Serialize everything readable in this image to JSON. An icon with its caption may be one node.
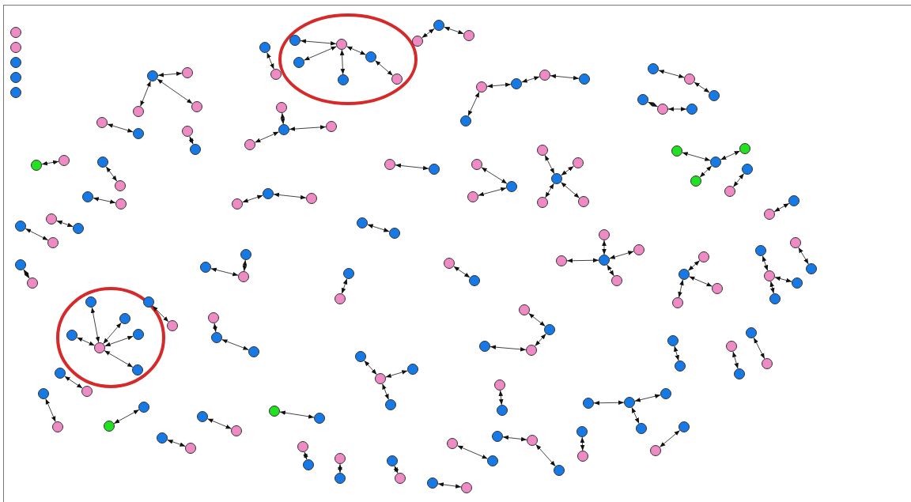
{
  "diagram": {
    "nodes": [
      {
        "text": [],
        "shape": "circle"
      },
      {
        "text": [],
        "shape": "circle"
      },
      {
        "text": [],
        "shape": "circle"
      },
      {
        "text": [],
        "shape": "circle"
      },
      {
        "text": [],
        "shape": "circle"
      },
      {
        "text": [],
        "shape": "circle"
      },
      {
        "text": [],
        "shape": "circle"
      },
      {
        "text": [],
        "shape": "circle"
      },
      {
        "text": [],
        "shape": "circle"
      },
      {
        "text": [],
        "shape": "circle"
      },
      {
        "text": [],
        "shape": "circle"
      },
      {
        "text": [],
        "shape": "circle"
      },
      {
        "text": [],
        "shape": "circle"
      },
      {
        "text": [],
        "shape": "circle"
      },
      {
        "text": [],
        "shape": "circle"
      },
      {
        "text": [],
        "shape": "circle"
      },
      {
        "text": [],
        "shape": "circle"
      },
      {
        "text": [],
        "shape": "circle"
      },
      {
        "text": [],
        "shape": "circle"
      },
      {
        "text": [],
        "shape": "circle"
      },
      {
        "text": [],
        "shape": "circle"
      },
      {
        "text": [],
        "shape": "circle"
      },
      {
        "text": [],
        "shape": "circle"
      },
      {
        "text": [],
        "shape": "circle"
      },
      {
        "text": [],
        "shape": "circle"
      },
      {
        "text": [],
        "shape": "circle"
      },
      {
        "text": [],
        "shape": "circle"
      },
      {
        "text": [],
        "shape": "circle"
      },
      {
        "text": [],
        "shape": "circle"
      },
      {
        "text": [],
        "shape": "circle"
      },
      {
        "text": [],
        "shape": "circle"
      },
      {
        "text": [],
        "shape": "circle"
      },
      {
        "text": [],
        "shape": "circle"
      },
      {
        "text": [],
        "shape": "circle"
      },
      {
        "text": [],
        "shape": "circle"
      },
      {
        "text": [],
        "shape": "circle"
      },
      {
        "text": [],
        "shape": "circle"
      },
      {
        "text": [],
        "shape": "circle"
      },
      {
        "text": [],
        "shape": "circle"
      },
      {
        "text": [],
        "shape": "circle"
      },
      {
        "text": [],
        "shape": "circle"
      },
      {
        "text": [],
        "shape": "circle"
      },
      {
        "text": [],
        "shape": "circle"
      },
      {
        "text": [],
        "shape": "circle"
      },
      {
        "text": [],
        "shape": "circle"
      },
      {
        "text": [],
        "shape": "circle"
      },
      {
        "text": [],
        "shape": "circle"
      },
      {
        "text": [],
        "shape": "circle"
      },
      {
        "text": [],
        "shape": "circle"
      },
      {
        "text": [],
        "shape": "circle"
      },
      {
        "text": [],
        "shape": "circle"
      },
      {
        "text": [],
        "shape": "circle"
      },
      {
        "text": [],
        "shape": "circle"
      },
      {
        "text": [],
        "shape": "circle"
      },
      {
        "text": [],
        "shape": "circle"
      },
      {
        "text": [],
        "shape": "circle"
      },
      {
        "text": [],
        "shape": "circle"
      },
      {
        "text": [],
        "shape": "circle"
      },
      {
        "text": [],
        "shape": "circle"
      },
      {
        "text": [],
        "shape": "circle"
      },
      {
        "text": [],
        "shape": "circle"
      },
      {
        "text": [],
        "shape": "circle"
      },
      {
        "text": [],
        "shape": "circle"
      },
      {
        "text": [],
        "shape": "circle"
      },
      {
        "text": [],
        "shape": "circle"
      },
      {
        "text": [],
        "shape": "circle"
      },
      {
        "text": [],
        "shape": "circle"
      },
      {
        "text": [],
        "shape": "circle"
      },
      {
        "text": [],
        "shape": "circle"
      },
      {
        "text": [],
        "shape": "circle"
      },
      {
        "text": [],
        "shape": "circle"
      },
      {
        "text": [],
        "shape": "circle"
      },
      {
        "text": [],
        "shape": "circle"
      },
      {
        "text": [],
        "shape": "circle"
      },
      {
        "text": [],
        "shape": "circle"
      },
      {
        "text": [],
        "shape": "circle"
      },
      {
        "text": [],
        "shape": "circle"
      },
      {
        "text": [],
        "shape": "circle"
      },
      {
        "text": [],
        "shape": "circle"
      },
      {
        "text": [],
        "shape": "circle"
      },
      {
        "text": [],
        "shape": "circle"
      },
      {
        "text": [],
        "shape": "circle"
      },
      {
        "text": [],
        "shape": "circle"
      },
      {
        "text": [],
        "shape": "circle"
      },
      {
        "text": [],
        "shape": "circle"
      },
      {
        "text": [],
        "shape": "circle"
      },
      {
        "text": [],
        "shape": "circle"
      },
      {
        "text": [],
        "shape": "circle"
      },
      {
        "text": [],
        "shape": "circle"
      },
      {
        "text": [],
        "shape": "circle"
      },
      {
        "text": [],
        "shape": "circle"
      },
      {
        "text": [],
        "shape": "circle"
      },
      {
        "text": [],
        "shape": "circle"
      },
      {
        "text": [],
        "shape": "circle"
      },
      {
        "text": [],
        "shape": "circle"
      },
      {
        "text": [],
        "shape": "circle"
      },
      {
        "text": [],
        "shape": "circle"
      },
      {
        "text": [],
        "shape": "circle"
      },
      {
        "text": [],
        "shape": "circle"
      },
      {
        "text": [],
        "shape": "circle"
      },
      {
        "text": [],
        "shape": "circle"
      },
      {
        "text": [],
        "shape": "circle"
      },
      {
        "text": [],
        "shape": "circle"
      },
      {
        "text": [],
        "shape": "circle"
      },
      {
        "text": [],
        "shape": "circle"
      },
      {
        "text": [],
        "shape": "circle"
      },
      {
        "text": [],
        "shape": "circle"
      },
      {
        "text": [],
        "shape": "circle"
      },
      {
        "text": [],
        "shape": "circle"
      },
      {
        "text": [],
        "shape": "circle"
      },
      {
        "text": [],
        "shape": "circle"
      },
      {
        "text": [],
        "shape": "circle"
      },
      {
        "text": [],
        "shape": "circle"
      },
      {
        "text": [],
        "shape": "circle"
      },
      {
        "text": [],
        "shape": "circle"
      },
      {
        "text": [],
        "shape": "circle"
      },
      {
        "text": [],
        "shape": "circle"
      },
      {
        "text": [],
        "shape": "circle"
      },
      {
        "text": [],
        "shape": "circle"
      },
      {
        "text": [],
        "shape": "circle"
      },
      {
        "text": [],
        "shape": "circle"
      },
      {
        "text": [],
        "shape": "circle"
      },
      {
        "text": [],
        "shape": "circle"
      },
      {
        "text": [],
        "shape": "circle"
      },
      {
        "text": [],
        "shape": "circle"
      },
      {
        "text": [],
        "shape": "circle"
      },
      {
        "text": [],
        "shape": "circle"
      },
      {
        "text": [],
        "shape": "circle"
      },
      {
        "text": [],
        "shape": "circle"
      },
      {
        "text": [],
        "shape": "circle"
      },
      {
        "text": [],
        "shape": "circle"
      },
      {
        "text": [],
        "shape": "circle"
      },
      {
        "text": [],
        "shape": "circle"
      },
      {
        "text": [],
        "shape": "circle"
      },
      {
        "text": [],
        "shape": "circle"
      },
      {
        "text": [],
        "shape": "circle"
      },
      {
        "text": [],
        "shape": "circle"
      },
      {
        "text": [],
        "shape": "circle"
      },
      {
        "text": [],
        "shape": "circle"
      },
      {
        "text": [],
        "shape": "circle"
      },
      {
        "text": [],
        "shape": "circle"
      },
      {
        "text": [],
        "shape": "circle"
      },
      {
        "text": [],
        "shape": "circle"
      },
      {
        "text": [],
        "shape": "circle"
      },
      {
        "text": [],
        "shape": "circle"
      },
      {
        "text": [],
        "shape": "circle"
      },
      {
        "text": [],
        "shape": "circle"
      },
      {
        "text": [],
        "shape": "circle"
      },
      {
        "text": [],
        "shape": "circle"
      },
      {
        "text": [],
        "shape": "circle"
      },
      {
        "text": [],
        "shape": "circle"
      },
      {
        "text": [],
        "shape": "circle"
      },
      {
        "text": [],
        "shape": "circle"
      },
      {
        "text": [],
        "shape": "circle"
      },
      {
        "text": [],
        "shape": "circle"
      },
      {
        "text": [],
        "shape": "circle"
      }
    ],
    "edges": [
      {
        "from": 5,
        "to": 6,
        "arrow": "both"
      },
      {
        "from": 5,
        "to": 7,
        "arrow": "both"
      },
      {
        "from": 5,
        "to": 8,
        "arrow": "both"
      },
      {
        "from": 9,
        "to": 10,
        "arrow": "both"
      },
      {
        "from": 11,
        "to": 12,
        "arrow": "both"
      },
      {
        "from": 13,
        "to": 14,
        "arrow": "both"
      },
      {
        "from": 15,
        "to": 16,
        "arrow": "both"
      },
      {
        "from": 17,
        "to": 18,
        "arrow": "both"
      },
      {
        "from": 19,
        "to": 20,
        "arrow": "both"
      },
      {
        "from": 21,
        "to": 22,
        "arrow": "both"
      },
      {
        "from": 23,
        "to": 24,
        "arrow": "both"
      },
      {
        "from": 25,
        "to": 26,
        "arrow": "both"
      },
      {
        "from": 25,
        "to": 27,
        "arrow": "both"
      },
      {
        "from": 25,
        "to": 28,
        "arrow": "both"
      },
      {
        "from": 25,
        "to": 29,
        "arrow": "both"
      },
      {
        "from": 29,
        "to": 30,
        "arrow": "both"
      },
      {
        "from": 31,
        "to": 32,
        "arrow": "both"
      },
      {
        "from": 32,
        "to": 33,
        "arrow": "both"
      },
      {
        "from": 32,
        "to": 34,
        "arrow": "both"
      },
      {
        "from": 35,
        "to": 36,
        "arrow": "both"
      },
      {
        "from": 36,
        "to": 37,
        "arrow": "both"
      },
      {
        "from": 38,
        "to": 39,
        "arrow": "both"
      },
      {
        "from": 39,
        "to": 40,
        "arrow": "both"
      },
      {
        "from": 40,
        "to": 41,
        "arrow": "both"
      },
      {
        "from": 38,
        "to": 42,
        "arrow": "both"
      },
      {
        "from": 43,
        "to": 44,
        "arrow": "both"
      },
      {
        "from": 44,
        "to": 45,
        "arrow": "both"
      },
      {
        "from": 46,
        "to": 47,
        "arrow": "both"
      },
      {
        "from": 47,
        "to": 48,
        "arrow": "both"
      },
      {
        "from": 49,
        "to": 50,
        "arrow": "both"
      },
      {
        "from": 51,
        "to": 50,
        "arrow": "both"
      },
      {
        "from": 52,
        "to": 50,
        "arrow": "both"
      },
      {
        "from": 53,
        "to": 54,
        "arrow": "both"
      },
      {
        "from": 55,
        "to": 56,
        "arrow": "both"
      },
      {
        "from": 57,
        "to": 58,
        "arrow": "both"
      },
      {
        "from": 59,
        "to": 60,
        "arrow": "both"
      },
      {
        "from": 61,
        "to": 60,
        "arrow": "both"
      },
      {
        "from": 62,
        "to": 63,
        "arrow": "both"
      },
      {
        "from": 62,
        "to": 64,
        "arrow": "both"
      },
      {
        "from": 62,
        "to": 65,
        "arrow": "both"
      },
      {
        "from": 62,
        "to": 66,
        "arrow": "both"
      },
      {
        "from": 67,
        "to": 68,
        "arrow": "both"
      },
      {
        "from": 68,
        "to": 69,
        "arrow": "both"
      },
      {
        "from": 70,
        "to": 71,
        "arrow": "both"
      },
      {
        "from": 72,
        "to": 73,
        "arrow": "both"
      },
      {
        "from": 72,
        "to": 74,
        "arrow": "both"
      },
      {
        "from": 72,
        "to": 75,
        "arrow": "both"
      },
      {
        "from": 72,
        "to": 76,
        "arrow": "both"
      },
      {
        "from": 77,
        "to": 78,
        "arrow": "both"
      },
      {
        "from": 79,
        "to": 80,
        "arrow": "both"
      },
      {
        "from": 81,
        "to": 82,
        "arrow": "both"
      },
      {
        "from": 82,
        "to": 83,
        "arrow": "both"
      },
      {
        "from": 84,
        "to": 85,
        "arrow": "both"
      },
      {
        "from": 86,
        "to": 87,
        "arrow": "both"
      },
      {
        "from": 87,
        "to": 88,
        "arrow": "both"
      },
      {
        "from": 87,
        "to": 89,
        "arrow": "both"
      },
      {
        "from": 90,
        "to": 91,
        "arrow": "both"
      },
      {
        "from": 91,
        "to": 92,
        "arrow": "both"
      },
      {
        "from": 91,
        "to": 93,
        "arrow": "both"
      },
      {
        "from": 94,
        "to": 95,
        "arrow": "both"
      },
      {
        "from": 96,
        "to": 97,
        "arrow": "both"
      },
      {
        "from": 96,
        "to": 98,
        "arrow": "both"
      },
      {
        "from": 96,
        "to": 99,
        "arrow": "both"
      },
      {
        "from": 96,
        "to": 100,
        "arrow": "both"
      },
      {
        "from": 96,
        "to": 101,
        "arrow": "both"
      },
      {
        "from": 102,
        "to": 103,
        "arrow": "both"
      },
      {
        "from": 104,
        "to": 105,
        "arrow": "both"
      },
      {
        "from": 105,
        "to": 106,
        "arrow": "both"
      },
      {
        "from": 107,
        "to": 108,
        "arrow": "both"
      },
      {
        "from": 108,
        "to": 109,
        "arrow": "both"
      },
      {
        "from": 109,
        "to": 110,
        "arrow": "both"
      },
      {
        "from": 111,
        "to": 112,
        "arrow": "both"
      },
      {
        "from": 113,
        "to": 114,
        "arrow": "both"
      },
      {
        "from": 115,
        "to": 116,
        "arrow": "both"
      },
      {
        "from": 117,
        "to": 118,
        "arrow": "both"
      },
      {
        "from": 118,
        "to": 119,
        "arrow": "both"
      },
      {
        "from": 118,
        "to": 120,
        "arrow": "both"
      },
      {
        "from": 121,
        "to": 122,
        "arrow": "both"
      },
      {
        "from": 123,
        "to": 124,
        "arrow": "both"
      },
      {
        "from": 125,
        "to": 126,
        "arrow": "both"
      },
      {
        "from": 127,
        "to": 128,
        "arrow": "both"
      },
      {
        "from": 129,
        "to": 130,
        "arrow": "both"
      },
      {
        "from": 131,
        "to": 132,
        "arrow": "both"
      },
      {
        "from": 133,
        "to": 134,
        "arrow": "both"
      },
      {
        "from": 135,
        "to": 136,
        "arrow": "both"
      },
      {
        "from": 136,
        "to": 137,
        "arrow": "both"
      },
      {
        "from": 136,
        "to": 138,
        "arrow": "both"
      },
      {
        "from": 139,
        "to": 140,
        "arrow": "both"
      },
      {
        "from": 141,
        "to": 142,
        "arrow": "both"
      },
      {
        "from": 143,
        "to": 144,
        "arrow": "both"
      },
      {
        "from": 144,
        "to": 145,
        "arrow": "both"
      },
      {
        "from": 146,
        "to": 147,
        "arrow": "both"
      },
      {
        "from": 148,
        "to": 149,
        "arrow": "both"
      },
      {
        "from": 150,
        "to": 151,
        "arrow": "both"
      },
      {
        "from": 152,
        "to": 153,
        "arrow": "both"
      },
      {
        "from": 154,
        "to": 155,
        "arrow": "both"
      }
    ]
  }
}
